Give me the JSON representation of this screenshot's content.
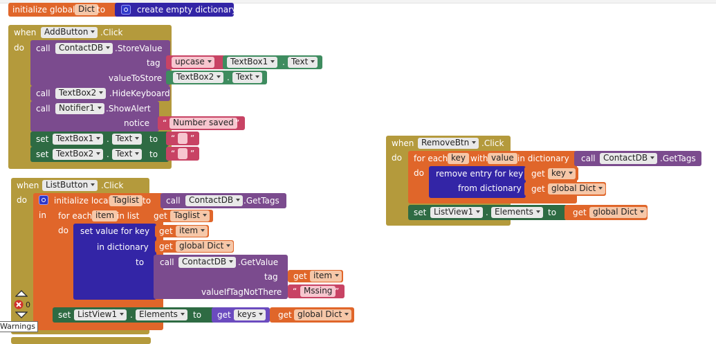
{
  "colors": {
    "global": "#e0662a",
    "control": "#b49a3c",
    "proc": "#7b4b8e",
    "text": "#c84364",
    "comp_set": "#2e6b43",
    "comp_get": "#3e8c5f",
    "dict": "#3325a6",
    "list": "#6b4bbf",
    "var": "#e0662a"
  },
  "init_global": {
    "kw": "initialize global",
    "name": "Dict",
    "to": "to",
    "dict_label": "create empty dictionary"
  },
  "add_event": {
    "when": "when",
    "component": "AddButton",
    "event": ".Click",
    "do": "do",
    "store": {
      "call": "call",
      "component": "ContactDB",
      "method": ".StoreValue",
      "tag_label": "tag",
      "upcase": "upcase",
      "tb_comp": "TextBox1",
      "tb_prop": "Text",
      "value_label": "valueToStore",
      "tb2_comp": "TextBox2",
      "tb2_prop": "Text"
    },
    "hide": {
      "call": "call",
      "component": "TextBox2",
      "method": ".HideKeyboard"
    },
    "alert": {
      "call": "call",
      "component": "Notifier1",
      "method": ".ShowAlert",
      "notice_label": "notice",
      "notice_text": "Number saved"
    },
    "set1": {
      "set": "set",
      "component": "TextBox1",
      "prop": "Text",
      "to": "to"
    },
    "set2": {
      "set": "set",
      "component": "TextBox2",
      "prop": "Text",
      "to": "to"
    },
    "quote_open": "“",
    "quote_close": "”"
  },
  "list_event": {
    "when": "when",
    "component": "ListButton",
    "event": ".Click",
    "do": "do",
    "init_local": {
      "kw": "initialize local",
      "name": "Taglist",
      "to": "to",
      "call": "call",
      "component": "ContactDB",
      "method": ".GetTags",
      "in": "in"
    },
    "foreach": {
      "kw": "for each",
      "var": "item",
      "in_list": "in list",
      "get": "get",
      "list_var": "Taglist",
      "do": "do"
    },
    "setval": {
      "kw": "set value for key",
      "get": "get",
      "key_var": "item",
      "in_dict": "in dictionary",
      "dict_var": "global Dict",
      "to": "to",
      "call": "call",
      "component": "ContactDB",
      "method": ".GetValue",
      "tag_label": "tag",
      "tag_var": "item",
      "ifnot_label": "valueIfTagNotThere",
      "ifnot_text": "Mssing"
    },
    "setlv": {
      "set": "set",
      "component": "ListView1",
      "prop": "Elements",
      "to": "to",
      "get": "get",
      "keys": "keys",
      "dict_var": "global Dict"
    }
  },
  "remove_event": {
    "when": "when",
    "component": "RemoveBtn",
    "event": ".Click",
    "do": "do",
    "foreach": {
      "kw": "for each",
      "key_var": "key",
      "with": "with",
      "value_var": "value",
      "in_dict": "in dictionary",
      "call": "call",
      "component": "ContactDB",
      "method": ".GetTags",
      "do": "do"
    },
    "remove": {
      "kw": "remove entry for key",
      "get": "get",
      "key": "key",
      "from_dict": "from dictionary",
      "dict_var": "global Dict"
    },
    "setlv": {
      "set": "set",
      "component": "ListView1",
      "prop": "Elements",
      "to": "to",
      "get": "get",
      "dict_var": "global Dict"
    }
  },
  "warnings": {
    "error_count": "0",
    "label": "Warnings"
  }
}
